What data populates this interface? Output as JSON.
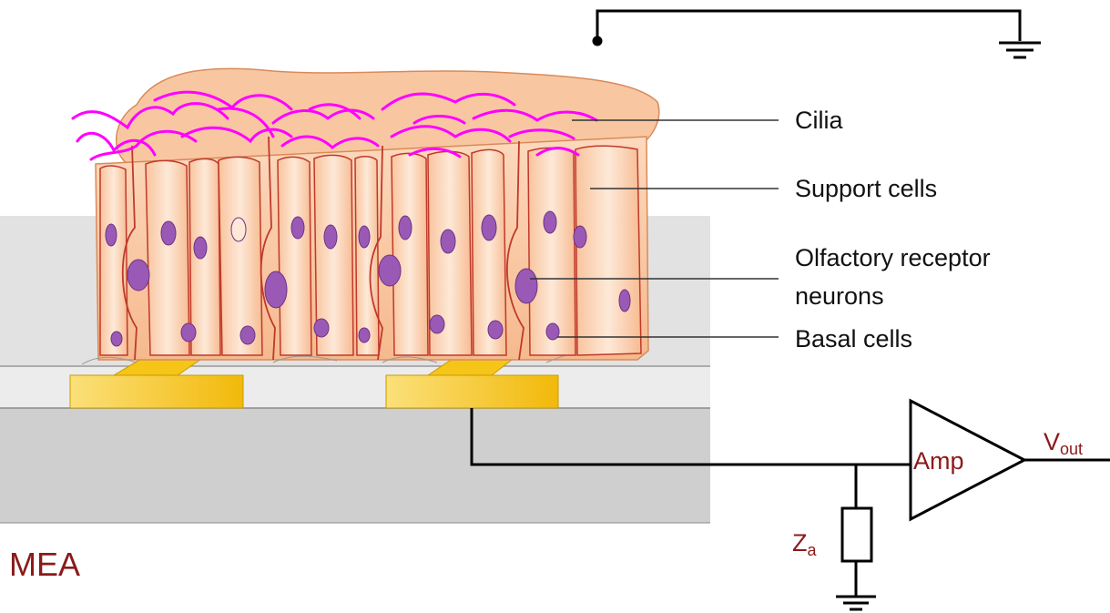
{
  "labels": {
    "cilia": "Cilia",
    "support_cells": "Support cells",
    "olfactory_line1": "Olfactory receptor",
    "olfactory_line2": "neurons",
    "basal_cells": "Basal cells",
    "mea": "MEA",
    "amp": "Amp",
    "vout_main": "V",
    "vout_sub": "out",
    "za_main": "Z",
    "za_sub": "a"
  },
  "colors": {
    "cilia": "#ff00ff",
    "tissue": "#f9c9a5",
    "cell_outline": "#c0392b",
    "nucleus": "#9b59b6",
    "electrode": "#f5c518",
    "substrate_dark": "#d0d0d0",
    "substrate_light": "#e4e4e4",
    "label_red": "#8b1a1a",
    "wire": "#000000"
  }
}
